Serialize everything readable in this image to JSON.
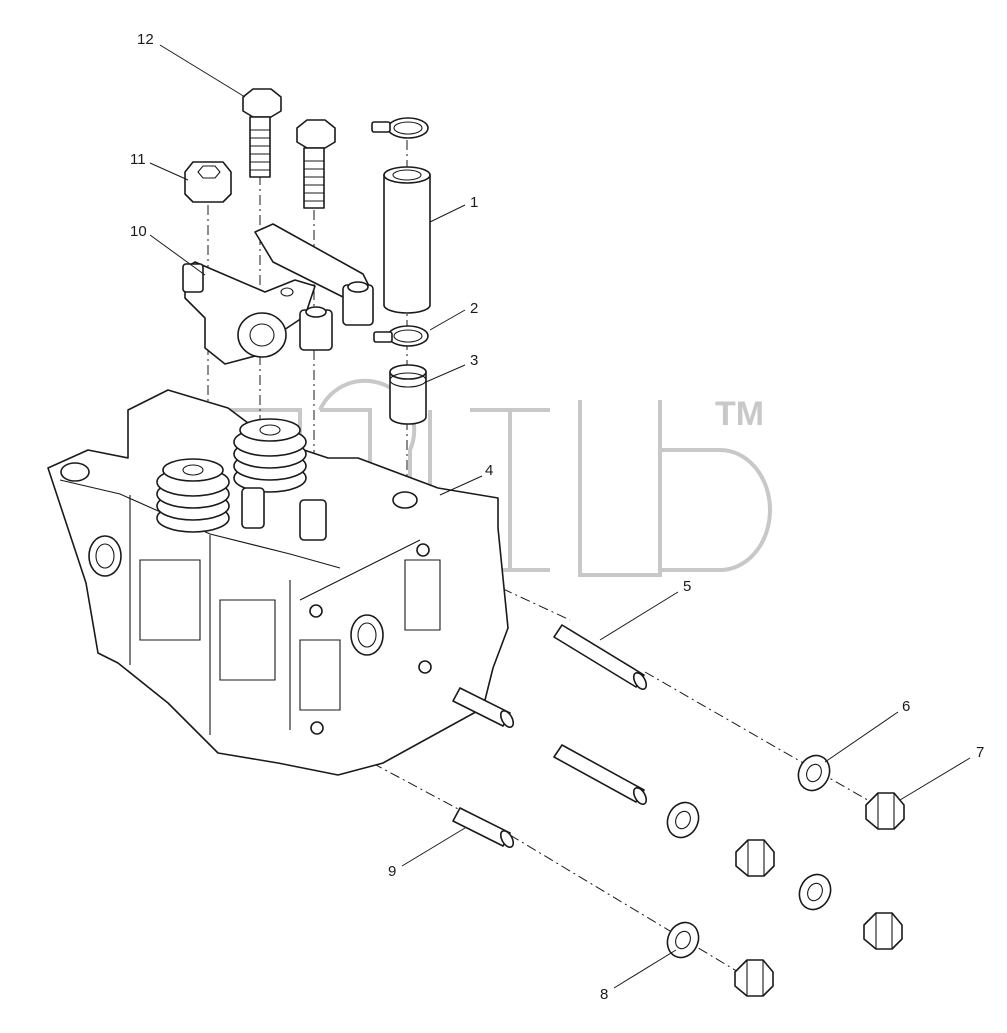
{
  "watermark": {
    "brand": "ᗷ",
    "trademark": "TM"
  },
  "callouts": [
    {
      "id": "1",
      "label": "1"
    },
    {
      "id": "2",
      "label": "2"
    },
    {
      "id": "3",
      "label": "3"
    },
    {
      "id": "4",
      "label": "4"
    },
    {
      "id": "5",
      "label": "5"
    },
    {
      "id": "6",
      "label": "6"
    },
    {
      "id": "7",
      "label": "7"
    },
    {
      "id": "8",
      "label": "8"
    },
    {
      "id": "9",
      "label": "9"
    },
    {
      "id": "10",
      "label": "10"
    },
    {
      "id": "11",
      "label": "11"
    },
    {
      "id": "12",
      "label": "12"
    }
  ]
}
